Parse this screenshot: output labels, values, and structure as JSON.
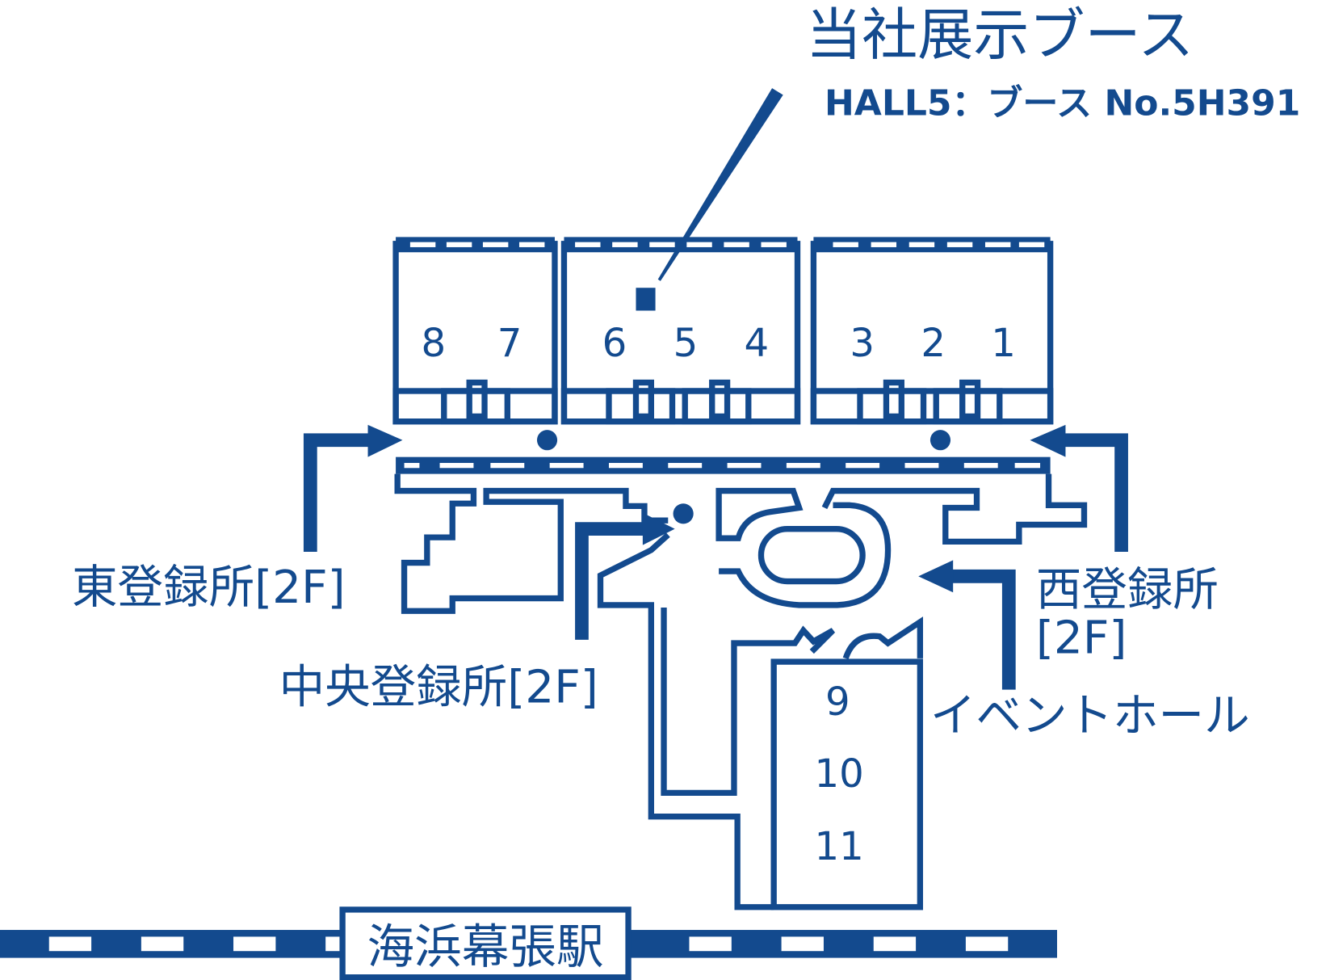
{
  "title": "当社展示ブース",
  "booth": "HALL5：ブース No.5H391",
  "color": "#134a8e",
  "halls": [
    "8",
    "7",
    "6",
    "5",
    "4",
    "3",
    "2",
    "1",
    "9",
    "10",
    "11"
  ],
  "registration": {
    "east": "東登録所[2F]",
    "central": "中央登録所[2F]",
    "west_line1": "西登録所",
    "west_line2": "[2F]"
  },
  "event_hall": "イベントホール",
  "station": "海浜幕張駅"
}
